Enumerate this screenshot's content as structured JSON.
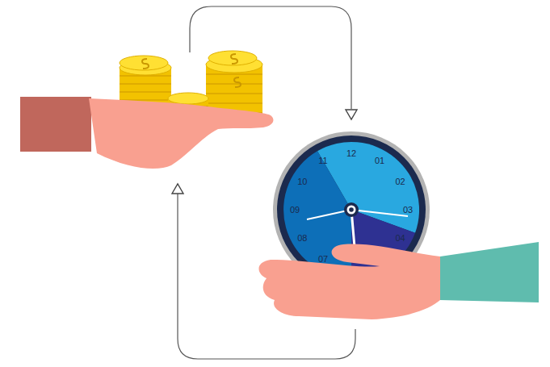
{
  "diagram": {
    "nodes": [
      {
        "text": [
          "12",
          "01",
          "02",
          "03",
          "04",
          "07",
          "08",
          "09",
          "10",
          "11"
        ]
      }
    ]
  }
}
